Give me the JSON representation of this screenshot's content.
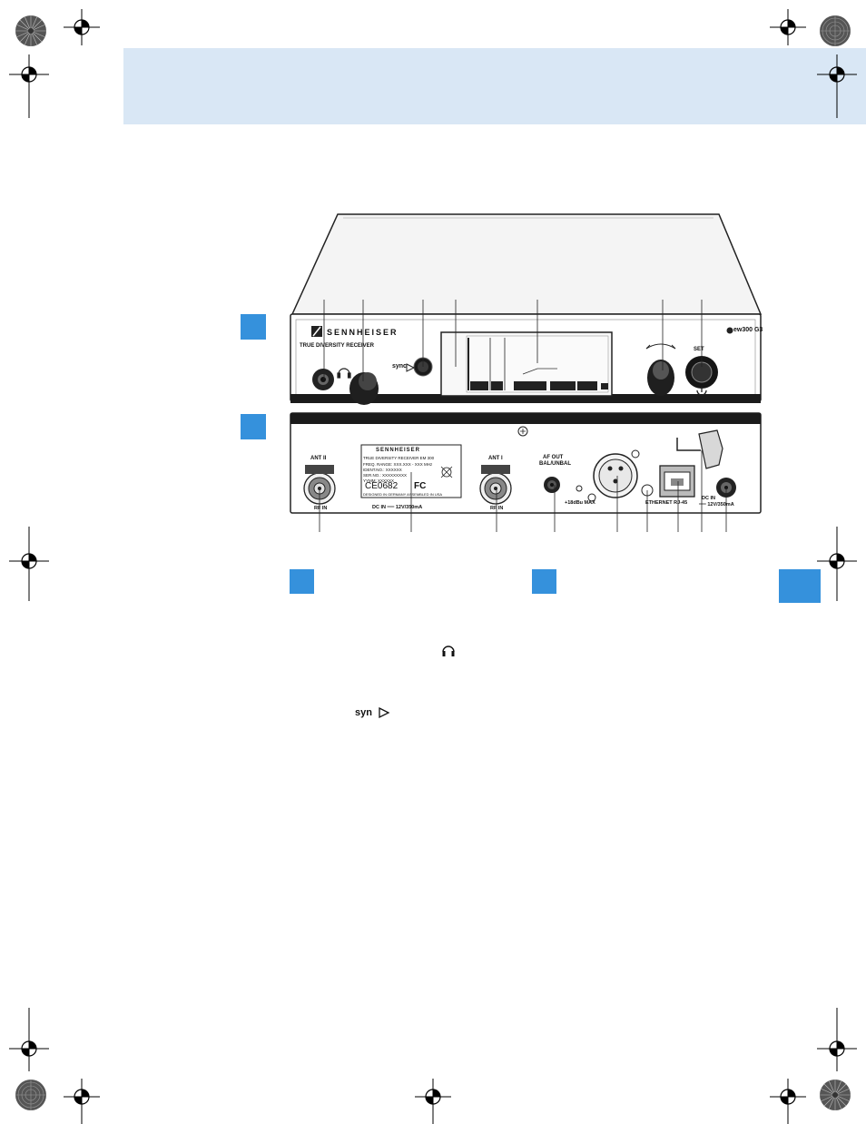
{
  "front_panel": {
    "brand": "SENNHEISER",
    "subtitle": "TRUE DIVERSITY RECEIVER",
    "model_badge": "ew300 G3",
    "sync_label": "sync",
    "set_label": "SET"
  },
  "rear_panel": {
    "label_card": {
      "brand": "SENNHEISER",
      "line1": "TRUE DIVERSITY RECEIVER   EM 300",
      "line2": "FREQ. RANGE:  XXX.XXX - XXX  MHz",
      "line3": "IDENT.NO.:  XXXXXX",
      "line4": "SER.NO.:  XXXXXXXXX",
      "line5": "YYMM:  XXXXXX",
      "ce_mark": "CE0682",
      "fc_mark": "FC",
      "line6": "DESIGNED IN GERMANY  ASSEMBLED IN USA"
    },
    "ant2": "ANT II",
    "ant1": "ANT I",
    "rf_in_left": "RF IN",
    "rf_in_right": "RF IN",
    "dc_in_center": "DC IN ══ 12V/350mA",
    "af_out": "AF OUT",
    "bal_unbal": "BAL/UNBAL",
    "max_level": "+18dBu MAX",
    "ethernet": "ETHERNET RJ-45",
    "dc_in_right_1": "DC IN",
    "dc_in_right_2": "══ 12V/350mA"
  },
  "colors": {
    "accent": "#3591dc",
    "header_band": "#d9e7f5",
    "device_dark": "#1b1b1b"
  },
  "icons": [
    "registration-mark-icon",
    "rosette-icon",
    "headphones-icon",
    "sync-icon",
    "power-icon"
  ]
}
